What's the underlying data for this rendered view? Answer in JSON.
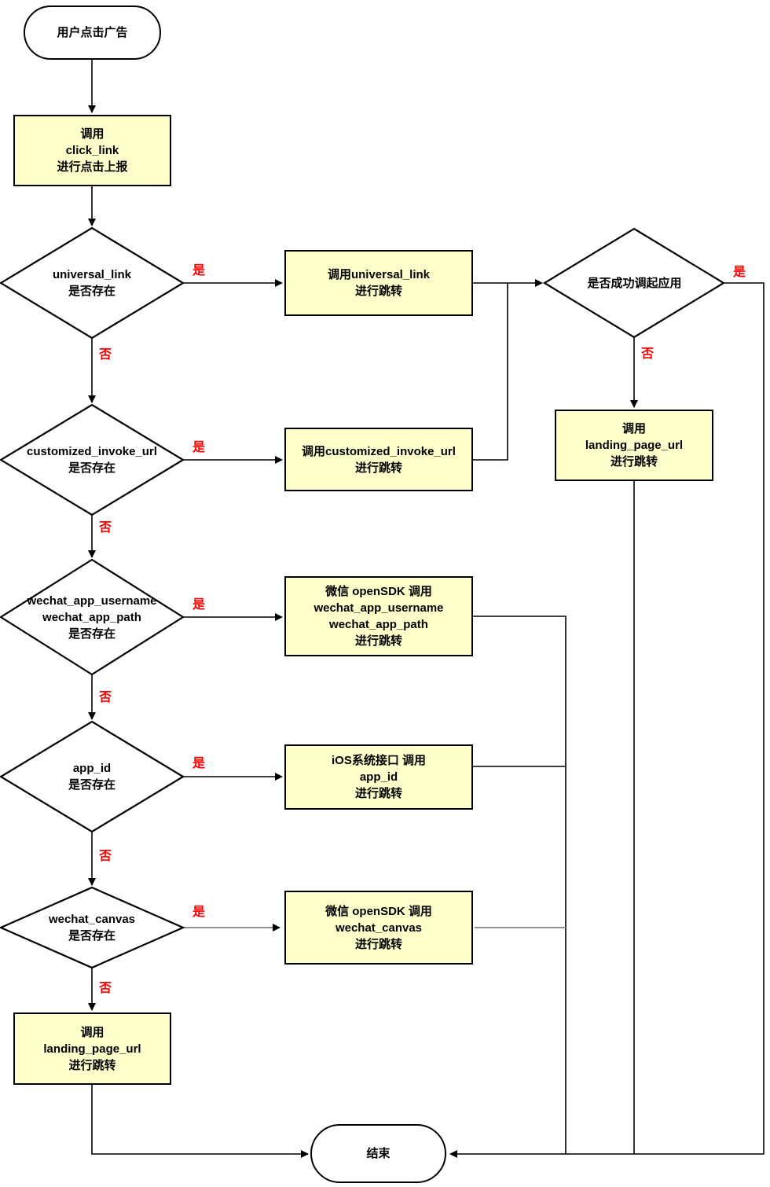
{
  "diagram": {
    "colors": {
      "node_fill": "#FFFFCC",
      "node_stroke": "#000000",
      "edge": "#000000",
      "edge_alt": "#808080",
      "label": "#FF0000"
    },
    "nodes": {
      "start": {
        "text": "用户点击广告"
      },
      "click_report": {
        "text": "调用\nclick_link\n进行点击上报"
      },
      "d_universal": {
        "text": "universal_link\n是否存在"
      },
      "jump_universal": {
        "text": "调用universal_link\n进行跳转"
      },
      "d_success": {
        "text": "是否成功调起应用"
      },
      "jump_landing_right": {
        "text": "调用\nlanding_page_url\n进行跳转"
      },
      "d_customized": {
        "text": "customized_invoke_url\n是否存在"
      },
      "jump_customized": {
        "text": "调用customized_invoke_url\n进行跳转"
      },
      "d_wechat_app": {
        "text": "wechat_app_username\nwechat_app_path\n是否存在"
      },
      "jump_wechat_app": {
        "text": "微信 openSDK 调用\nwechat_app_username\nwechat_app_path\n进行跳转"
      },
      "d_app_id": {
        "text": "app_id\n是否存在"
      },
      "jump_app_id": {
        "text": "iOS系统接口 调用\napp_id\n进行跳转"
      },
      "d_wechat_canvas": {
        "text": "wechat_canvas\n是否存在"
      },
      "jump_wechat_canvas": {
        "text": "微信 openSDK 调用\nwechat_canvas\n进行跳转"
      },
      "jump_landing_left": {
        "text": "调用\nlanding_page_url\n进行跳转"
      },
      "end": {
        "text": "结束"
      }
    },
    "edge_labels": {
      "yes": "是",
      "no": "否"
    }
  }
}
